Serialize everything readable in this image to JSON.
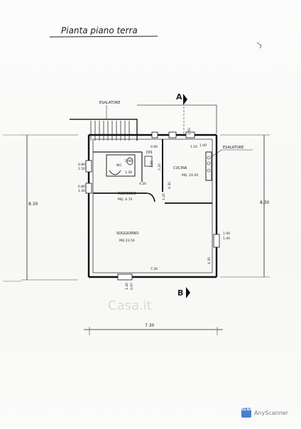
{
  "title": "Pianta piano terra",
  "section_marks": {
    "a": "A",
    "b": "B"
  },
  "rooms": {
    "ingresso": {
      "name": "INGRESSO",
      "area": "MQ. 6.70"
    },
    "soggiorno": {
      "name": "SOGGIORNO",
      "area": "MQ 23.50"
    },
    "cucina": {
      "name": "CUCINA",
      "area": "MQ. 10.20"
    },
    "dis": {
      "name": "DIS"
    },
    "wc": {
      "name": "WC"
    }
  },
  "labels": {
    "esalatore_left": "ESALATORE",
    "esalatore_right": "ESALATORE"
  },
  "dimensions": {
    "height_left": "8.30",
    "height_right": "8.30",
    "width_bottom": "7.30",
    "width_inner_bottom": "7.30",
    "hall_width": "4.20",
    "kitchen_height": "4.30",
    "living_height": "4.30",
    "dis_window": "0.90",
    "kitchen_window": "1.10",
    "kitchen_right_window": "1.00",
    "dis_width": "1.50",
    "dis_length": "2.20",
    "wc_dim_a": "2.90",
    "wc_dim_b": "1.30",
    "left_window": "0.80",
    "left_window_h": "1.50",
    "left_window_2": "0.80",
    "left_window_2h": "1.30",
    "right_window": "1.40",
    "right_window_h": "1.40",
    "door_height": "1.50",
    "ingresso_door": "1.20",
    "bottom_door": "1.40",
    "bottom_door_h": "0.97"
  },
  "watermark": "Casa.it",
  "footer": {
    "app_name": "AnyScanner",
    "logo_text": "SCAN"
  }
}
